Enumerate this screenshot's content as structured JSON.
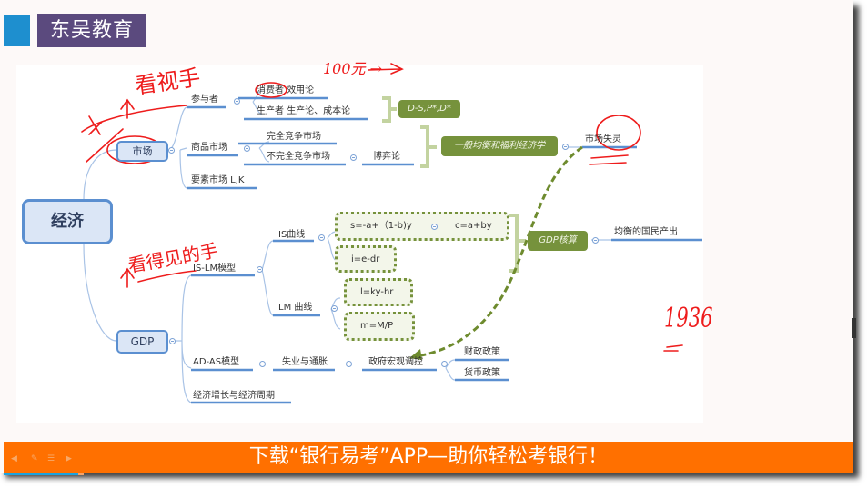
{
  "brand": {
    "name": "东吴教育",
    "accent": "#5b4a7e",
    "blue": "#1e8fcf"
  },
  "mindmap": {
    "root": "经济",
    "branches": {
      "market": {
        "label": "市场",
        "participants": {
          "label": "参与者",
          "consumer": {
            "role": "消费者",
            "theory": "效用论"
          },
          "producer": {
            "role": "生产者",
            "theory": "生产论、成本论"
          },
          "summary": "D-S,P*,D*"
        },
        "goods_market": {
          "label": "商品市场",
          "perfect": "完全竞争市场",
          "imperfect": "不完全竞争市场",
          "game": "博弈论",
          "summary": "一般均衡和福利经济学",
          "failure": "市场失灵"
        },
        "factor_market": "要素市场  L,K"
      },
      "gdp": {
        "label": "GDP",
        "islm": {
          "label": "IS-LM模型",
          "is_curve": {
            "label": "IS曲线",
            "saving": "s=-a+（1-b)y",
            "consumption": "c=a+by",
            "investment": "i=e-dr"
          },
          "lm_curve": {
            "label": "LM 曲线",
            "demand": "l=ky-hr",
            "supply": "m=M/P"
          },
          "summary": "GDP核算",
          "output": "均衡的国民产出"
        },
        "adas": {
          "label": "AD-AS模型",
          "unemployment": "失业与通胀",
          "macro": "政府宏观调控",
          "fiscal": "财政政策",
          "monetary": "货币政策"
        },
        "growth": "经济增长与经济周期"
      }
    }
  },
  "annotations": {
    "invisible_hand": "看视手",
    "visible_hand": "看得见的手",
    "hundred_yuan": "100元 →",
    "year": "1936"
  },
  "banner": {
    "text": "下载“银行易考”APP—助你轻松考银行！",
    "color": "#ff7000"
  },
  "player": {
    "progress_fraction": 0.09
  }
}
